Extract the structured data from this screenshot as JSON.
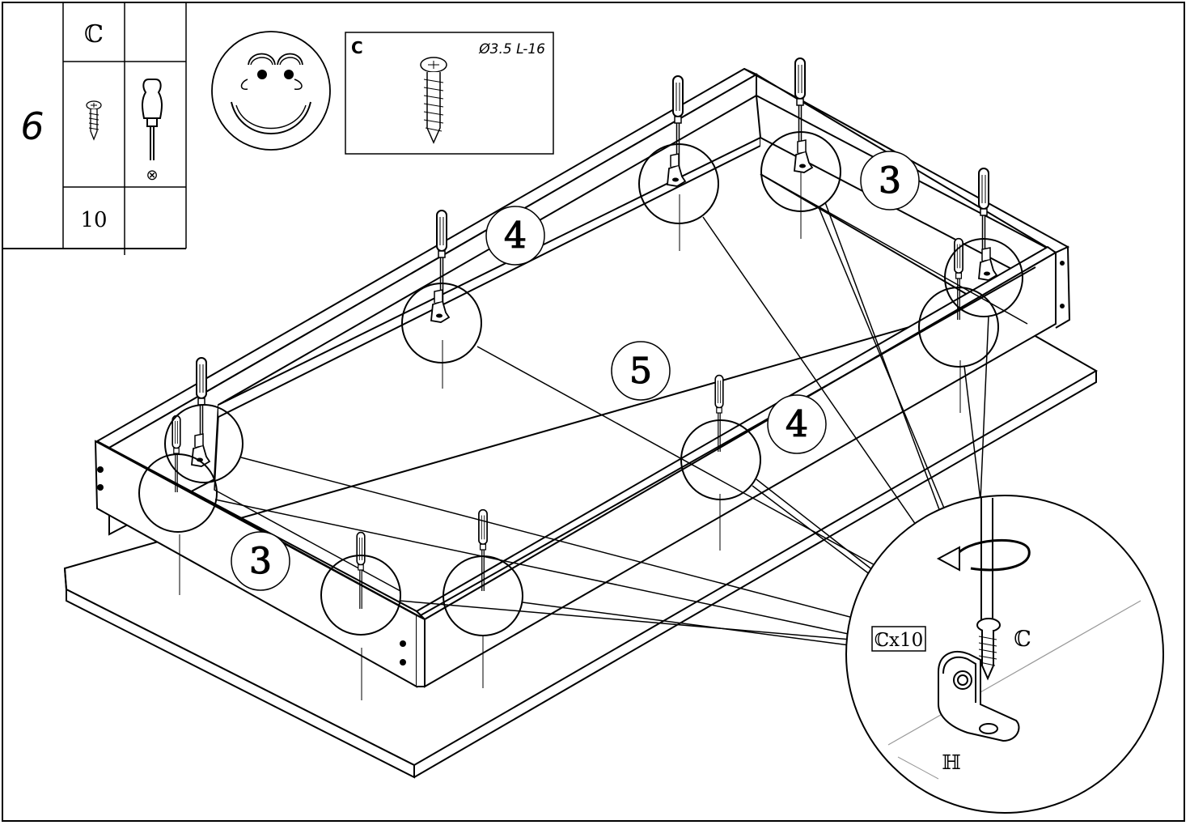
{
  "step": {
    "number": "6"
  },
  "parts_table": {
    "part_letter": "ℂ",
    "quantity": "10",
    "screw_icon": "screw-icon",
    "tool_icon": "phillips-screwdriver-icon",
    "tool_symbol": "⊗"
  },
  "face_icon": "smiley-face-icon",
  "screw_spec": {
    "letter": "C",
    "spec": "Ø3.5 L-16"
  },
  "panel_labels": {
    "back_top": "4",
    "side_right": "3",
    "bottom": "5",
    "front": "4",
    "side_left": "3"
  },
  "detail": {
    "quantity_label": "ℂx10",
    "screw_label": "ℂ",
    "bracket_label": "ℍ"
  }
}
